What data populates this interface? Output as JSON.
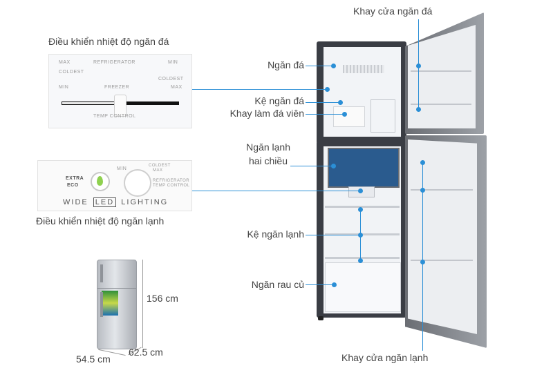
{
  "labels": {
    "freezer_door_tray": "Khay cửa ngăn đá",
    "freezer_temp_control": "Điều khiển nhiệt độ ngăn đá",
    "freezer": "Ngăn đá",
    "freezer_shelf": "Kệ ngăn đá",
    "ice_tray": "Khay làm đá viên",
    "two_way_compartment_line1": "Ngăn lạnh",
    "two_way_compartment_line2": "hai chiều",
    "fridge_temp_control": "Điều khiển nhiệt độ ngăn lạnh",
    "fridge_shelf": "Kệ ngăn lạnh",
    "vegetable_drawer": "Ngăn rau củ",
    "fridge_door_tray": "Khay cửa ngăn lạnh"
  },
  "dimensions": {
    "height": "156 cm",
    "width": "54.5 cm",
    "depth": "62.5 cm"
  },
  "freezer_panel": {
    "max_left": "MAX",
    "refrigerator": "REFRIGERATOR",
    "min_right": "MIN",
    "coldest_left": "COLDEST",
    "coldest_right": "COLDEST",
    "min_left": "MIN",
    "freezer": "FREEZER",
    "max_right": "MAX",
    "temp_control": "TEMP CONTROL"
  },
  "fridge_panel": {
    "extra": "EXTRA",
    "eco": "ECO",
    "min": "MIN",
    "coldest": "COLDEST",
    "max": "MAX",
    "refrigerator": "REFRIGERATOR",
    "temp_control": "TEMP CONTROL",
    "wide": "WIDE",
    "led": "LED",
    "lighting": "LIGHTING"
  },
  "colors": {
    "accent": "#2b8fd6",
    "body": "#3a3d44",
    "interior": "#f2f4f7"
  }
}
